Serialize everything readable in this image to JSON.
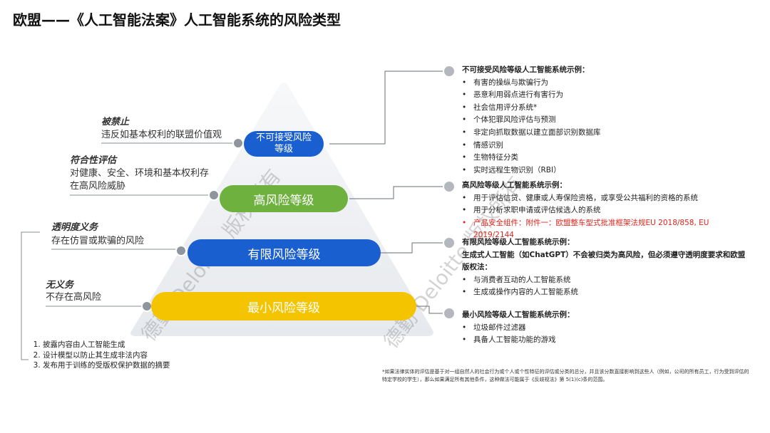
{
  "title": "欧盟——《人工智能法案》人工智能系统的风险类型",
  "levels": {
    "unacceptable": "不可接受风险\n等级",
    "high": "高风险等级",
    "limited": "有限风险等级",
    "minimal": "最小风险等级"
  },
  "left_labels": [
    {
      "category": "被禁止",
      "description": "违反如基本权利的联盟价值观"
    },
    {
      "category": "符合性评估",
      "description": "对健康、安全、环境和基本权利存在高风险威胁"
    },
    {
      "category": "透明度义务",
      "description": "存在仿冒或欺骗的风险"
    },
    {
      "category": "无义务",
      "description": "不存在高风险"
    }
  ],
  "transparency_obligations": [
    "披露内容由人工智能生成",
    "设计模型以防止其生成非法内容",
    "发布用于训练的受版权保护数据的摘要"
  ],
  "panels": {
    "unacceptable": {
      "heading": "不可接受风险等级人工智能系统示例：",
      "items": [
        "有害的操纵与欺骗行为",
        "恶意利用弱点进行有害行为",
        "社会信用评分系统*",
        "个体犯罪风险评估与预测",
        "非定向抓取数据以建立面部识别数据库",
        "情感识别",
        "生物特征分类",
        "实时远程生物识别（RBI）"
      ]
    },
    "high": {
      "heading": "高风险等级人工智能系统示例：",
      "items": [
        "用于评估信贷、健康或人寿保险资格，或享受公共福利的资格的系统",
        "用于分析求职申请或评估候选人的系统"
      ],
      "red_item": "产品安全组件：附件一：欧盟整车型式批准框架法规EU 2018/858, EU 2019/2144"
    },
    "limited": {
      "heading": "有限风险等级人工智能系统示例：",
      "note": "生成式人工智能（如ChatGPT）不会被归类为高风险，但必须遵守透明度要求和欧盟版权法：",
      "items": [
        "与消费者互动的人工智能系统",
        "生成或操作内容的人工智能系统"
      ]
    },
    "minimal": {
      "heading": "最小风险等级人工智能系统示例：",
      "items": [
        "垃圾邮件过滤器",
        "具备人工智能功能的游戏"
      ]
    }
  },
  "footnote": "*如果法律实体的评估是基于对一组自然人的社会行为或个人或个性特征的评估或分类的总分，并且该分数直接影响到这些人（例如，公司的所有员工，行为受到评估的特定学校的学生），那么如果满足所有其他条件，这种做法可能属于《反歧视法》第 5(1)(c)条的范围。",
  "watermarks": [
    "德勤 Deloitte 版权所有",
    "德勤 Deloitte 版权所有"
  ],
  "colors": {
    "blue": "#1a5fd0",
    "green": "#6fb13f",
    "yellow": "#f5c400",
    "red": "#e0241b"
  }
}
